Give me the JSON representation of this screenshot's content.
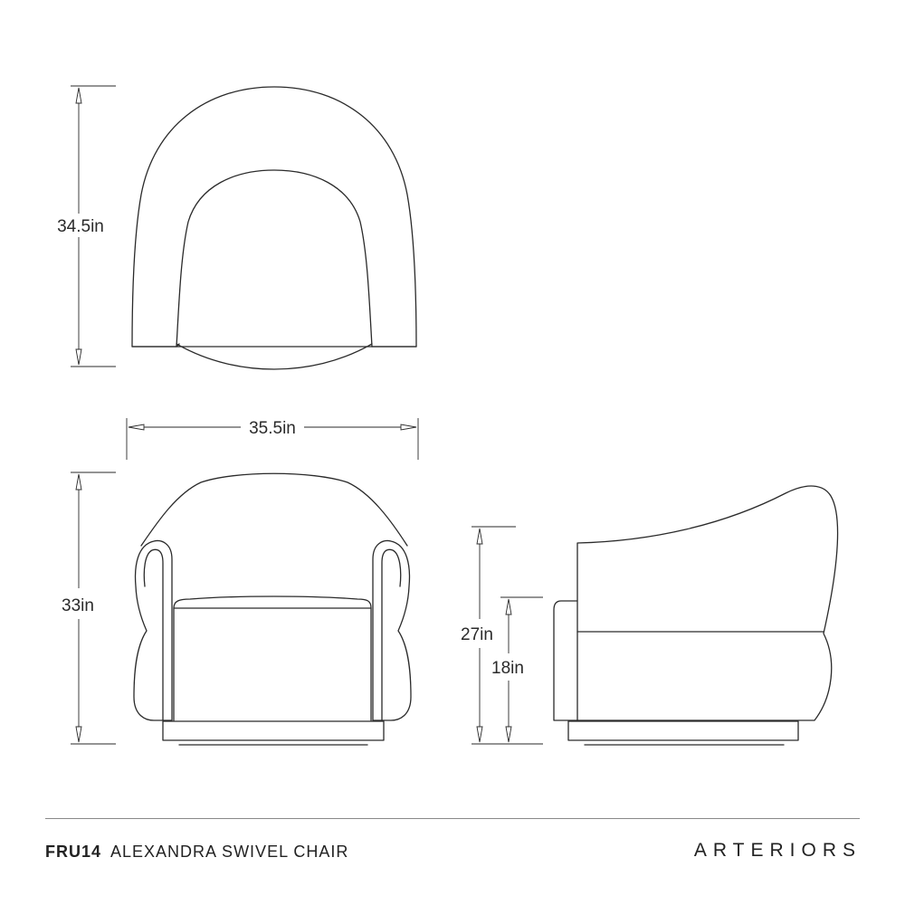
{
  "dimensions": {
    "top_depth": "34.5in",
    "width": "35.5in",
    "front_height": "33in",
    "arm_height": "27in",
    "seat_height": "18in"
  },
  "footer": {
    "product_code": "FRU14",
    "product_name": "ALEXANDRA SWIVEL CHAIR",
    "brand": "ARTERIORS"
  }
}
